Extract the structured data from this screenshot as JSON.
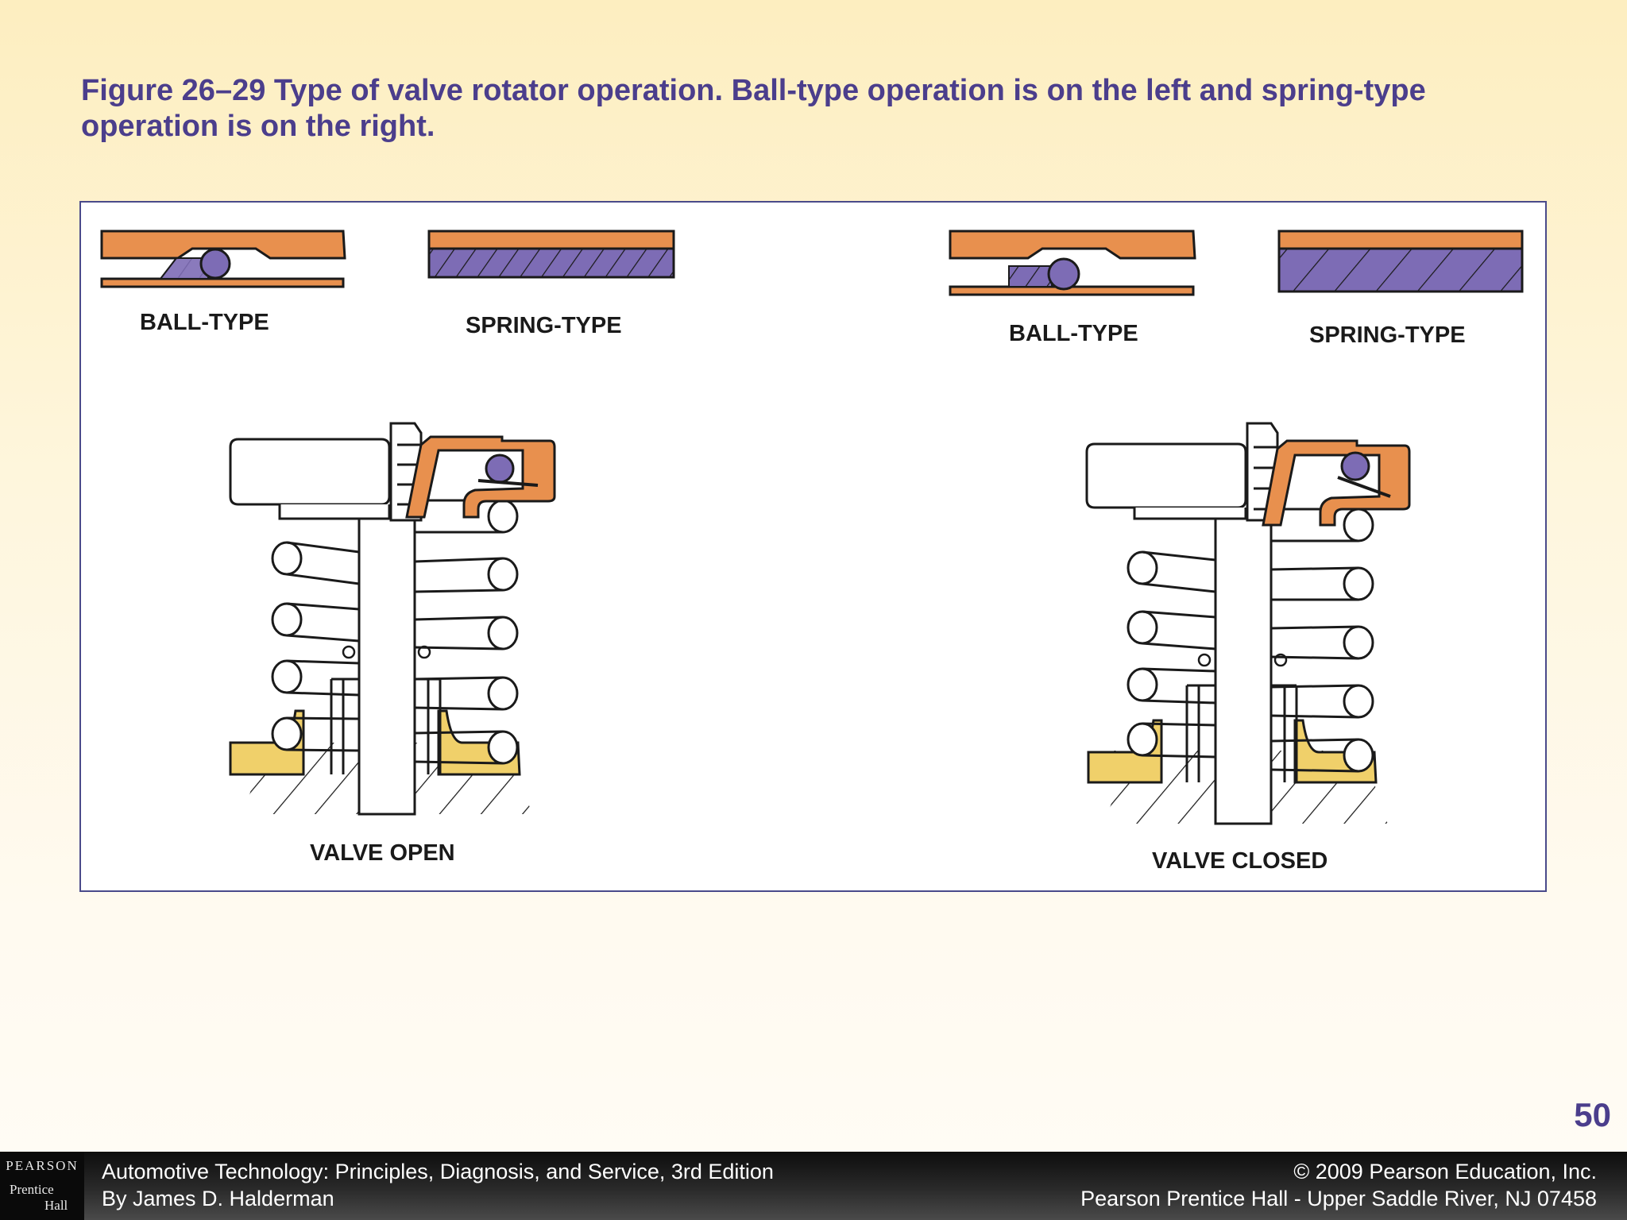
{
  "title": "Figure 26–29 Type of valve rotator operation. Ball-type operation is on the left and spring-type operation is on the right.",
  "figure": {
    "left_panel": {
      "ball_label": "BALL-TYPE",
      "spring_label": "SPRING-TYPE",
      "state_label": "VALVE OPEN"
    },
    "right_panel": {
      "ball_label": "BALL-TYPE",
      "spring_label": "SPRING-TYPE",
      "state_label": "VALVE CLOSED"
    },
    "colors": {
      "retainer": "#e8904e",
      "ball_spring": "#7d6cb5",
      "seat": "#f0d06a",
      "outline": "#1a1a1a"
    }
  },
  "page_number": "50",
  "footer": {
    "logo_top": "PEARSON",
    "logo_mid": "Prentice",
    "logo_bot": "Hall",
    "book_title": "Automotive Technology: Principles, Diagnosis, and Service, 3rd Edition",
    "author": "By James D. Halderman",
    "copyright": "© 2009 Pearson Education, Inc.",
    "publisher": "Pearson Prentice Hall - Upper Saddle River, NJ 07458"
  }
}
